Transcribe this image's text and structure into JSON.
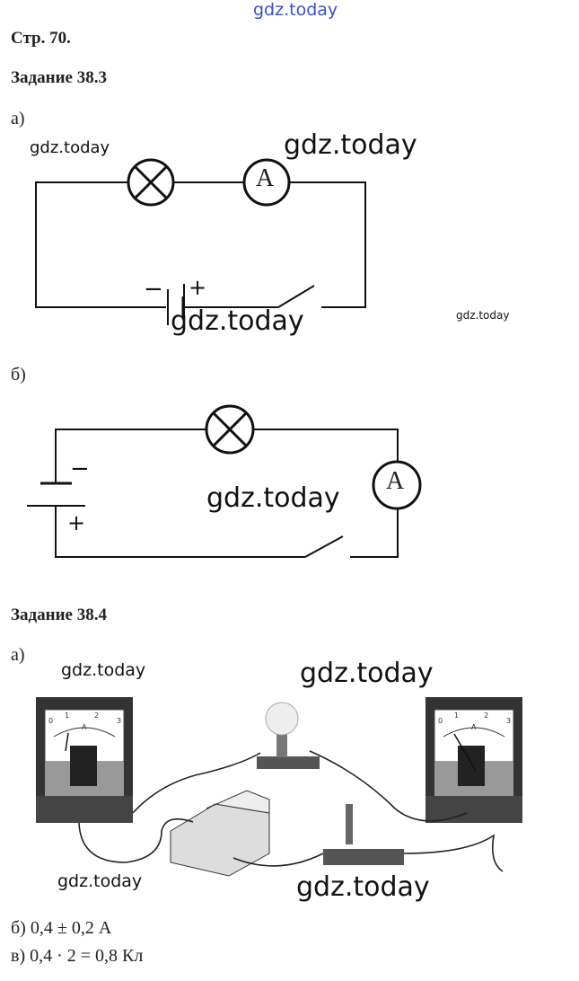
{
  "watermark_top": "gdz.today",
  "page_label": "Стр. 70.",
  "task1": {
    "title": "Задание 38.3",
    "part_a_label": "а)",
    "part_b_label": "б)",
    "lamp_symbol": "lamp-cross",
    "ammeter_label": "A",
    "battery_minus": "−",
    "battery_plus": "+"
  },
  "task2": {
    "title": "Задание 38.4",
    "part_a_label": "а)",
    "answer_b": "б) 0,4 ± 0,2 А",
    "answer_c": "в) 0,4 · 2 = 0,8 Кл",
    "meter_scale": [
      "0",
      "1",
      "2",
      "3"
    ],
    "meter_unit": "A"
  },
  "watermarks": {
    "w1": "gdz.today",
    "w2": "gdz.today",
    "w3": "gdz.today",
    "w4": "gdz.today",
    "w5": "gdz.today",
    "w6": "gdz.today",
    "w7": "gdz.today",
    "w8": "gdz.today",
    "w9": "gdz.today"
  },
  "colors": {
    "watermark_blue": "#3a4fd0"
  }
}
